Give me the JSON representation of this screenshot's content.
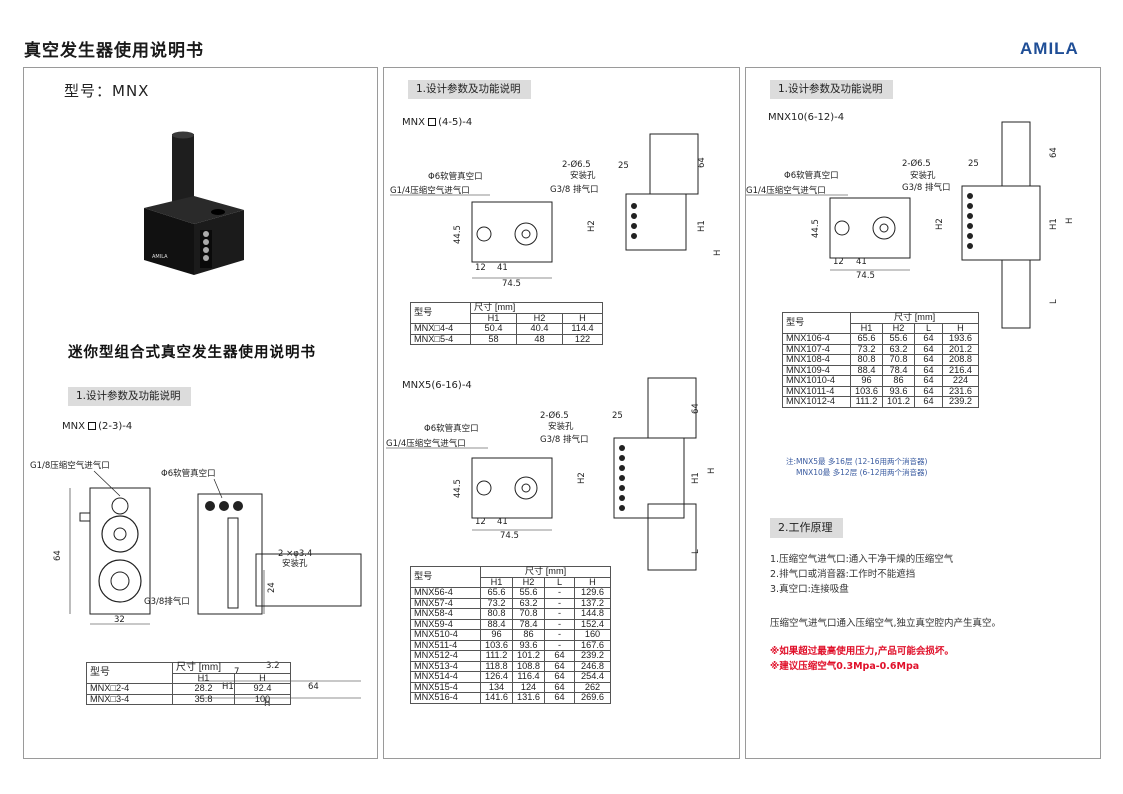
{
  "header": {
    "title": "真空发生器使用说明书",
    "brand": "AMILA"
  },
  "panel1": {
    "model_title": "型号：MNX",
    "subtitle": "迷你型组合式真空发生器使用说明书",
    "section": "1.设计参数及功能说明",
    "figure_label_suffix": "(2-3)-4",
    "figure_label_prefix": "MNX",
    "drawing": {
      "inlet": "G1/8压缩空气进气口",
      "vacuum": "Φ6软管真空口",
      "exhaust": "G3/8排气口",
      "holes": "2 ×φ3.4",
      "holes_desc": "安装孔",
      "dim_64": "64",
      "dim_32": "32",
      "dim_24": "24",
      "dim_7": "7",
      "dim_3_2": "3.2",
      "dim_H1": "H1",
      "dim_64b": "64",
      "dim_H": "H"
    },
    "table": {
      "col_model": "型号",
      "col_size": "尺寸 [mm]",
      "h1": "H1",
      "h": "H",
      "rows": [
        {
          "model": "MNX□2-4",
          "h1": "28.2",
          "h": "92.4"
        },
        {
          "model": "MNX□3-4",
          "h1": "35.8",
          "h": "100"
        }
      ]
    }
  },
  "panel2": {
    "section": "1.设计参数及功能说明",
    "fig1_prefix": "MNX",
    "fig1_suffix": "(4-5)-4",
    "fig2": "MNX5(6-16)-4",
    "drawing": {
      "holes": "2-Ø6.5",
      "holes_desc": "安装孔",
      "vacuum": "Φ6软管真空口",
      "inlet": "G1/4压缩空气进气口",
      "exhaust": "G3/8 排气口",
      "d25": "25",
      "d44_5": "44.5",
      "d12": "12",
      "d41": "41",
      "d74_5": "74.5",
      "d64": "64",
      "dH": "H",
      "dH1": "H1",
      "dH2": "H2",
      "dL": "L"
    },
    "table1": {
      "col_model": "型号",
      "col_size": "尺寸 [mm]",
      "h1": "H1",
      "h2": "H2",
      "h": "H",
      "rows": [
        {
          "model": "MNX□4-4",
          "h1": "50.4",
          "h2": "40.4",
          "h": "114.4"
        },
        {
          "model": "MNX□5-4",
          "h1": "58",
          "h2": "48",
          "h": "122"
        }
      ]
    },
    "table2": {
      "col_model": "型号",
      "col_size": "尺寸 [mm]",
      "h1": "H1",
      "h2": "H2",
      "l": "L",
      "h": "H",
      "rows": [
        {
          "model": "MNX56-4",
          "h1": "65.6",
          "h2": "55.6",
          "l": "-",
          "h": "129.6"
        },
        {
          "model": "MNX57-4",
          "h1": "73.2",
          "h2": "63.2",
          "l": "-",
          "h": "137.2"
        },
        {
          "model": "MNX58-4",
          "h1": "80.8",
          "h2": "70.8",
          "l": "-",
          "h": "144.8"
        },
        {
          "model": "MNX59-4",
          "h1": "88.4",
          "h2": "78.4",
          "l": "-",
          "h": "152.4"
        },
        {
          "model": "MNX510-4",
          "h1": "96",
          "h2": "86",
          "l": "-",
          "h": "160"
        },
        {
          "model": "MNX511-4",
          "h1": "103.6",
          "h2": "93.6",
          "l": "-",
          "h": "167.6"
        },
        {
          "model": "MNX512-4",
          "h1": "111.2",
          "h2": "101.2",
          "l": "64",
          "h": "239.2"
        },
        {
          "model": "MNX513-4",
          "h1": "118.8",
          "h2": "108.8",
          "l": "64",
          "h": "246.8"
        },
        {
          "model": "MNX514-4",
          "h1": "126.4",
          "h2": "116.4",
          "l": "64",
          "h": "254.4"
        },
        {
          "model": "MNX515-4",
          "h1": "134",
          "h2": "124",
          "l": "64",
          "h": "262"
        },
        {
          "model": "MNX516-4",
          "h1": "141.6",
          "h2": "131.6",
          "l": "64",
          "h": "269.6"
        }
      ]
    }
  },
  "panel3": {
    "section": "1.设计参数及功能说明",
    "fig": "MNX10(6-12)-4",
    "drawing": {
      "holes": "2-Ø6.5",
      "holes_desc": "安装孔",
      "vacuum": "Φ6软管真空口",
      "inlet": "G1/4压缩空气进气口",
      "exhaust": "G3/8 排气口",
      "d25": "25",
      "d44_5": "44.5",
      "d12": "12",
      "d41": "41",
      "d74_5": "74.5",
      "d64": "64",
      "dH": "H",
      "dH1": "H1",
      "dH2": "H2",
      "dL": "L"
    },
    "table": {
      "col_model": "型号",
      "col_size": "尺寸 [mm]",
      "h1": "H1",
      "h2": "H2",
      "l": "L",
      "h": "H",
      "rows": [
        {
          "model": "MNX106-4",
          "h1": "65.6",
          "h2": "55.6",
          "l": "64",
          "h": "193.6"
        },
        {
          "model": "MNX107-4",
          "h1": "73.2",
          "h2": "63.2",
          "l": "64",
          "h": "201.2"
        },
        {
          "model": "MNX108-4",
          "h1": "80.8",
          "h2": "70.8",
          "l": "64",
          "h": "208.8"
        },
        {
          "model": "MNX109-4",
          "h1": "88.4",
          "h2": "78.4",
          "l": "64",
          "h": "216.4"
        },
        {
          "model": "MNX1010-4",
          "h1": "96",
          "h2": "86",
          "l": "64",
          "h": "224"
        },
        {
          "model": "MNX1011-4",
          "h1": "103.6",
          "h2": "93.6",
          "l": "64",
          "h": "231.6"
        },
        {
          "model": "MNX1012-4",
          "h1": "111.2",
          "h2": "101.2",
          "l": "64",
          "h": "239.2"
        }
      ]
    },
    "note_line1": "注:MNX5最 多16层 (12-16用两个消音器)",
    "note_line2": "MNX10最 多12层 (6-12用两个消音器)",
    "section2": "2.工作原理",
    "principles": [
      "1.压缩空气进气口:通入干净干燥的压缩空气",
      "2.排气口或消音器:工作时不能遮挡",
      "3.真空口:连接吸盘"
    ],
    "principle_text": "压缩空气进气口通入压缩空气,独立真空腔内产生真空。",
    "warning1": "※如果超过最高使用压力,产品可能会损坏。",
    "warning2": "※建议压缩空气0.3Mpa-0.6Mpa"
  }
}
